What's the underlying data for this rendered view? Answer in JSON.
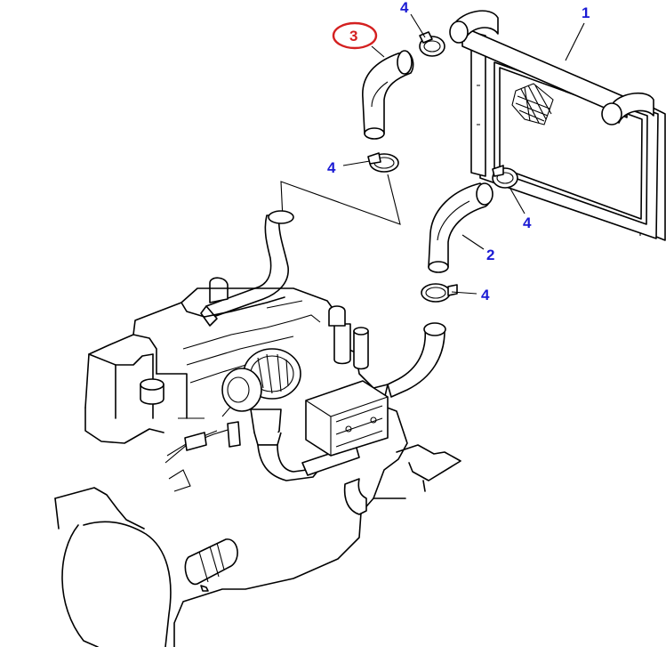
{
  "colors": {
    "line": "#000000",
    "callout": "#1a1ad4",
    "highlight": "#d42020",
    "background": "#ffffff"
  },
  "callouts": {
    "radiator": "1",
    "lower_hose": "2",
    "upper_hose": "3",
    "clamp_top": "4",
    "clamp_mid": "4",
    "clamp_right": "4",
    "clamp_low": "4"
  }
}
